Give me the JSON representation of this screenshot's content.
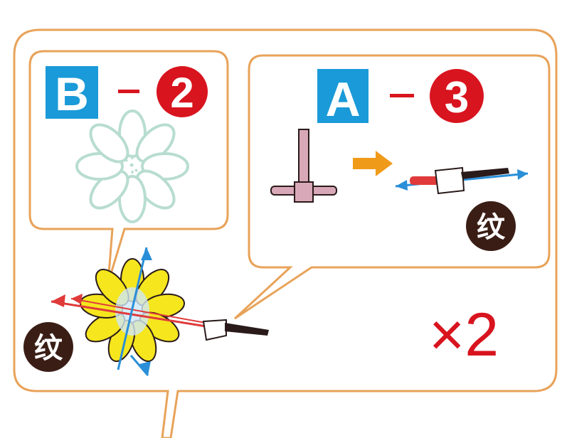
{
  "panel_b": {
    "letter": "B",
    "dash": "—",
    "step": "2"
  },
  "panel_a": {
    "letter": "A",
    "dash": "—",
    "step": "3"
  },
  "badge_text": "纹",
  "multiplier": "×2",
  "colors": {
    "outline": "#e8a35a",
    "letter_box": "#1a9ad8",
    "step_circle": "#d8141e",
    "badge": "#3a1e16",
    "multiplier": "#d8141e",
    "petal_outline_pale": "#b8ddd0",
    "petal_fill_yellow": "#f5e61e",
    "arrow_blue": "#2a8fd8",
    "arrow_red": "#e03a3a",
    "arrow_orange": "#f09a1a",
    "tool_pink": "#d8a8b8"
  }
}
